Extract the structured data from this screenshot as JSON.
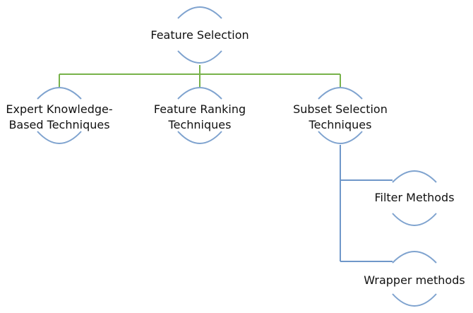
{
  "diagram": {
    "root": {
      "label": "Feature Selection"
    },
    "expert": {
      "line1": "Expert Knowledge-",
      "line2": "Based Techniques"
    },
    "ranking": {
      "line1": "Feature Ranking",
      "line2": "Techniques"
    },
    "subset": {
      "line1": "Subset Selection",
      "line2": "Techniques"
    },
    "filter": {
      "label": "Filter Methods"
    },
    "wrapper": {
      "label": "Wrapper methods"
    }
  }
}
